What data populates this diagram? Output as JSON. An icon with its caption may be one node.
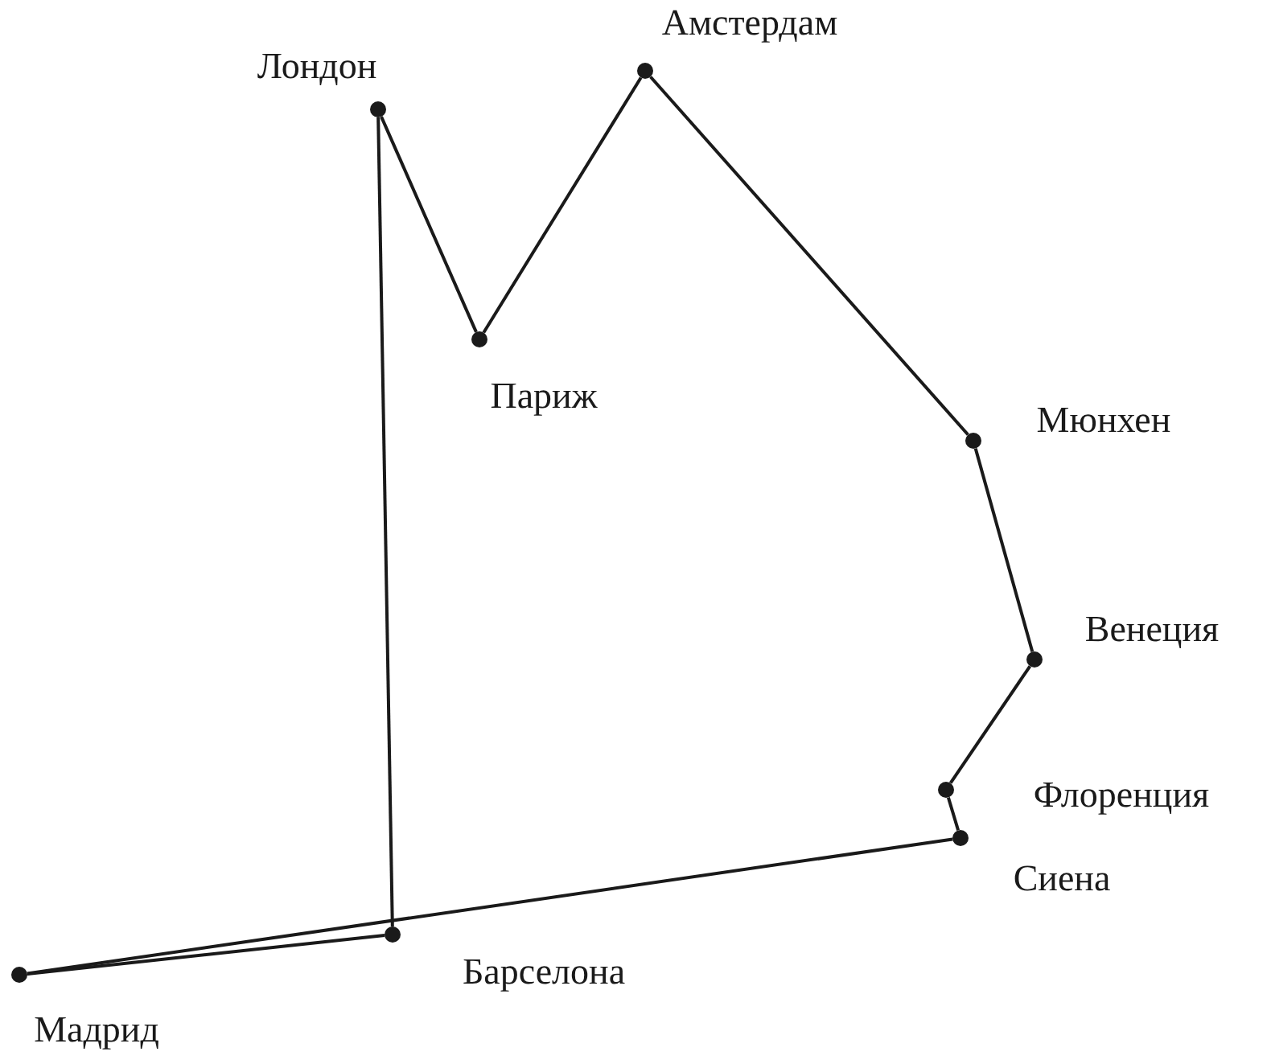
{
  "diagram": {
    "nodes": [
      {
        "text": [],
        "shape": "circle",
        "beside": [
          "Амстердам"
        ]
      },
      {
        "text": [],
        "shape": "circle",
        "beside": [
          "Лондон"
        ]
      },
      {
        "text": [],
        "shape": "circle",
        "beside": [
          "Париж"
        ]
      },
      {
        "text": [],
        "shape": "circle",
        "beside": [
          "Мюнхен"
        ]
      },
      {
        "text": [],
        "shape": "circle",
        "beside": [
          "Венеция"
        ]
      },
      {
        "text": [],
        "shape": "circle",
        "beside": [
          "Флоренция"
        ]
      },
      {
        "text": [],
        "shape": "circle",
        "beside": [
          "Сиена"
        ]
      },
      {
        "text": [],
        "shape": "circle",
        "beside": [
          "Барселона"
        ]
      },
      {
        "text": [],
        "shape": "circle",
        "beside": [
          "Мадрид"
        ]
      }
    ],
    "edges": [
      {
        "from": 1,
        "to": 2,
        "arrow": "none"
      },
      {
        "from": 2,
        "to": 0,
        "arrow": "none"
      },
      {
        "from": 0,
        "to": 3,
        "arrow": "none"
      },
      {
        "from": 3,
        "to": 4,
        "arrow": "none"
      },
      {
        "from": 4,
        "to": 5,
        "arrow": "none"
      },
      {
        "from": 5,
        "to": 6,
        "arrow": "none"
      },
      {
        "from": 6,
        "to": 8,
        "arrow": "none"
      },
      {
        "from": 8,
        "to": 7,
        "arrow": "none"
      },
      {
        "from": 7,
        "to": 1,
        "arrow": "none"
      }
    ]
  }
}
